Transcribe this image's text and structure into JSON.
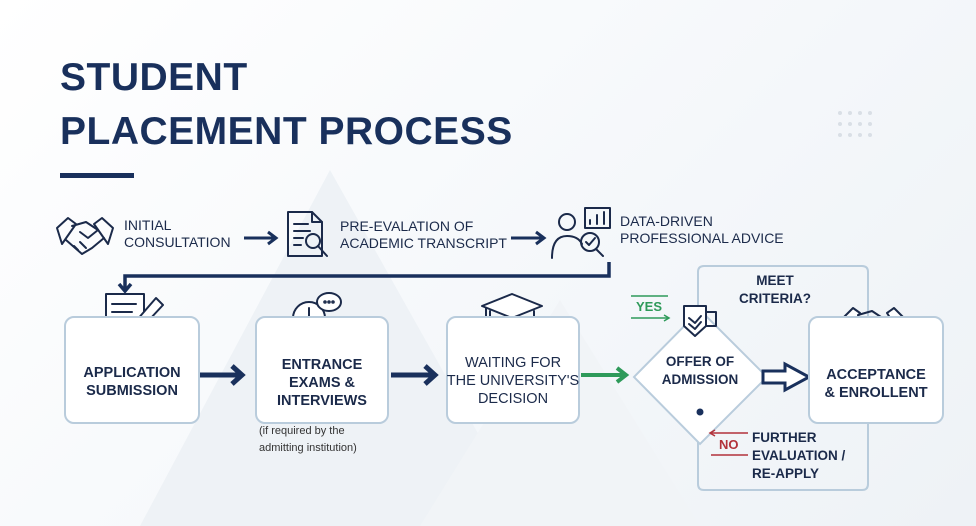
{
  "title": {
    "line1": "STUDENT",
    "line2": "PLACEMENT PROCESS"
  },
  "top_steps": [
    {
      "icon": "handshake-icon",
      "label": "INITIAL\nCONSULTATION"
    },
    {
      "icon": "document-search-icon",
      "label": "PRE-EVALATION OF\nACADEMIC TRANSCRIPT"
    },
    {
      "icon": "advisor-icon",
      "label": "DATA-DRIVEN\nPROFESSIONAL ADVICE"
    }
  ],
  "main_steps": [
    {
      "icon": "document-pencil-icon",
      "label": "APPLICATION\nSUBMISSION"
    },
    {
      "icon": "clock-chat-icon",
      "label": "ENTRANCE\nEXAMS &\nINTERVIEWS",
      "note": "(if required by the\nadmitting institution)"
    },
    {
      "icon": "graduation-cap-icon",
      "label": "WAITING FOR\nTHE UNIVERSITY'S\nDECISION"
    }
  ],
  "decision": {
    "label": "OFFER OF\nADMISSION",
    "question": "MEET\nCRITERIA?",
    "yes": "YES",
    "no": "NO"
  },
  "outcomes": {
    "accept": "ACCEPTANCE\n& ENROLLENT",
    "reject": "FURTHER\nEVALUATION /\nRE-APPLY"
  },
  "colors": {
    "navy": "#19305c",
    "green": "#2e9a5a",
    "red": "#b2323a",
    "border": "#b9ccdc"
  }
}
